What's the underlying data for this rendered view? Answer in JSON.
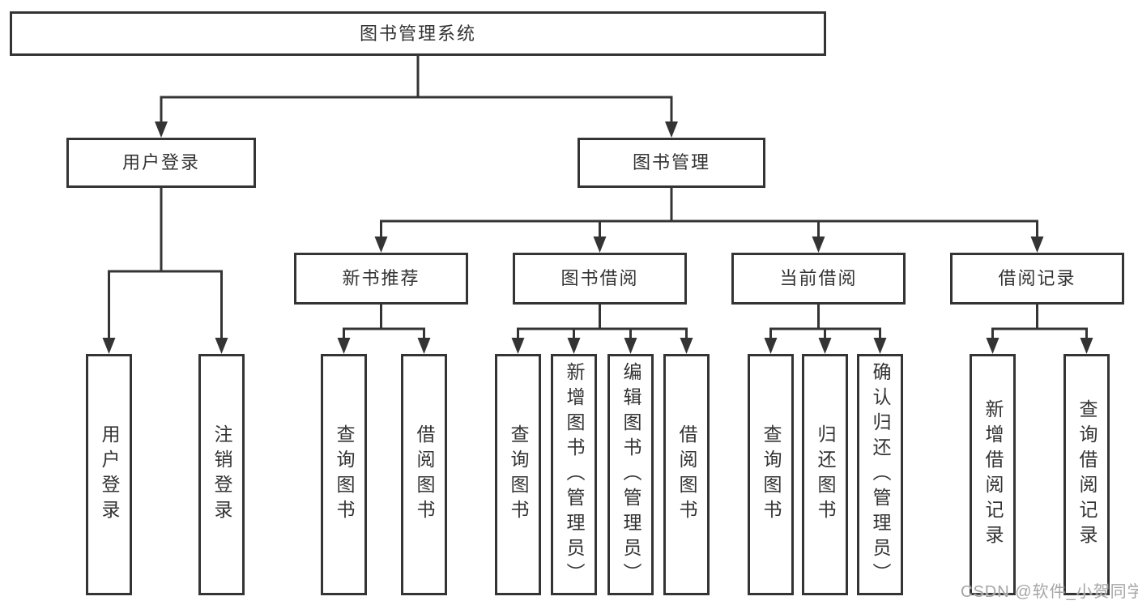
{
  "diagram": {
    "type": "hierarchy-tree",
    "nodes": {
      "root": {
        "label": "图书管理系统"
      },
      "level2": [
        {
          "id": "user-login",
          "label": "用户登录"
        },
        {
          "id": "book-management",
          "label": "图书管理"
        }
      ],
      "level3": [
        {
          "id": "new-book-recommend",
          "label": "新书推荐",
          "parent": "book-management"
        },
        {
          "id": "book-borrow",
          "label": "图书借阅",
          "parent": "book-management"
        },
        {
          "id": "current-borrow",
          "label": "当前借阅",
          "parent": "book-management"
        },
        {
          "id": "borrow-record",
          "label": "借阅记录",
          "parent": "book-management"
        }
      ],
      "leaves": [
        {
          "id": "user-login-leaf",
          "label": "用户登录",
          "parent": "user-login"
        },
        {
          "id": "logout-login",
          "label": "注销登录",
          "parent": "user-login"
        },
        {
          "id": "nbr-query-books",
          "label": "查询图书",
          "parent": "new-book-recommend"
        },
        {
          "id": "nbr-borrow-books",
          "label": "借阅图书",
          "parent": "new-book-recommend"
        },
        {
          "id": "bb-query-books",
          "label": "查询图书",
          "parent": "book-borrow"
        },
        {
          "id": "bb-add-books-admin",
          "label": "新增图书（管理员）",
          "parent": "book-borrow"
        },
        {
          "id": "bb-edit-books-admin",
          "label": "编辑图书（管理员）",
          "parent": "book-borrow"
        },
        {
          "id": "bb-borrow-books",
          "label": "借阅图书",
          "parent": "book-borrow"
        },
        {
          "id": "cb-query-books",
          "label": "查询图书",
          "parent": "current-borrow"
        },
        {
          "id": "cb-return-books",
          "label": "归还图书",
          "parent": "current-borrow"
        },
        {
          "id": "cb-confirm-return-admin",
          "label": "确认归还（管理员）",
          "parent": "current-borrow"
        },
        {
          "id": "br-add-record",
          "label": "新增借阅记录",
          "parent": "borrow-record"
        },
        {
          "id": "br-query-record",
          "label": "查询借阅记录",
          "parent": "borrow-record"
        }
      ]
    },
    "colors": {
      "line": "#343434",
      "box_border": "#343434",
      "box_fill": "#ffffff",
      "text": "#333333",
      "background": "#ffffff",
      "watermark": "#a6a6a6"
    }
  },
  "watermark": "CSDN @软件_小贺同学"
}
